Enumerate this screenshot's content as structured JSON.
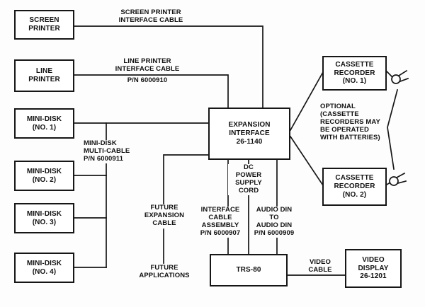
{
  "boxes": {
    "screen_printer": [
      "SCREEN",
      "PRINTER"
    ],
    "line_printer": [
      "LINE",
      "PRINTER"
    ],
    "mini_disk_1": [
      "MINI-DISK",
      "(NO. 1)"
    ],
    "mini_disk_2": [
      "MINI-DISK",
      "(NO. 2)"
    ],
    "mini_disk_3": [
      "MINI-DISK",
      "(NO. 3)"
    ],
    "mini_disk_4": [
      "MINI-DISK",
      "(NO. 4)"
    ],
    "expansion_interface": [
      "EXPANSION",
      "INTERFACE",
      "26-1140"
    ],
    "cassette_1": [
      "CASSETTE",
      "RECORDER",
      "(NO. 1)"
    ],
    "cassette_2": [
      "CASSETTE",
      "RECORDER",
      "(NO. 2)"
    ],
    "trs_80": [
      "TRS-80"
    ],
    "video_display": [
      "VIDEO",
      "DISPLAY",
      "26-1201"
    ]
  },
  "labels": {
    "screen_printer_cable": [
      "SCREEN PRINTER",
      "INTERFACE CABLE"
    ],
    "line_printer_cable": [
      "LINE PRINTER",
      "INTERFACE CABLE",
      "P/N 6000910"
    ],
    "mini_disk_cable": [
      "MINI-DISK",
      "MULTI-CABLE",
      "P/N 6000911"
    ],
    "future_expansion_cable": [
      "FUTURE",
      "EXPANSION",
      "CABLE"
    ],
    "dc_power_cord": [
      "DC",
      "POWER",
      "SUPPLY",
      "CORD"
    ],
    "interface_cable": [
      "INTERFACE",
      "CABLE",
      "ASSEMBLY",
      "P/N 6000907"
    ],
    "audio_din": [
      "AUDIO DIN",
      "TO",
      "AUDIO DIN",
      "P/N 6000909"
    ],
    "optional_note": [
      "OPTIONAL",
      "(CASSETTE",
      "RECORDERS MAY",
      "BE OPERATED",
      "WITH BATTERIES)"
    ],
    "future_applications": [
      "FUTURE",
      "APPLICATIONS"
    ],
    "video_cable": [
      "VIDEO",
      "CABLE"
    ]
  },
  "colors": {
    "line": "#161616",
    "text": "#111111",
    "background": "#fdfdfd"
  }
}
